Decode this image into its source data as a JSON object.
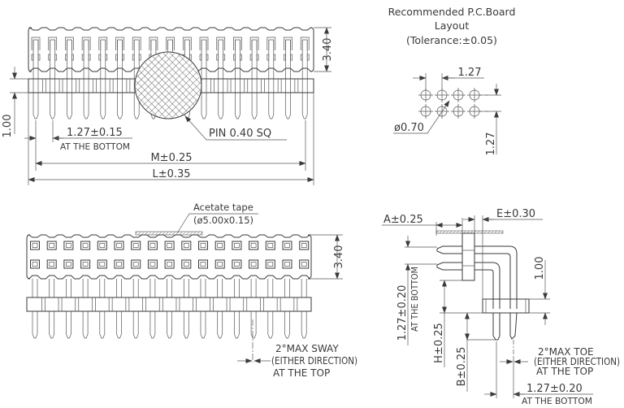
{
  "pcb_layout": {
    "title_line1": "Recommended P.C.Board",
    "title_line2": "Layout",
    "tolerance": "(Tolerance:±0.05)",
    "pitch_h": "1.27",
    "pitch_v": "1.27",
    "hole_diameter": "ø0.70",
    "columns": 4,
    "rows": 2
  },
  "front_view": {
    "pin_count_per_row": 17,
    "height_dim": "3.40",
    "standoff_dim": "1.00",
    "pitch_dim": "1.27±0.15",
    "pitch_note": "AT THE BOTTOM",
    "pin_callout": "PIN 0.40 SQ",
    "m_dim": "M±0.25",
    "l_dim": "L±0.35"
  },
  "top_view": {
    "tape_label": "Acetate tape",
    "tape_spec": "(ø5.00x0.15)",
    "height_dim": "3.40",
    "sway_line1": "2°MAX SWAY",
    "sway_line2": "(EITHER DIRECTION)",
    "sway_line3": "AT THE TOP"
  },
  "side_view": {
    "a_dim": "A±0.25",
    "e_dim": "E±0.30",
    "standoff_dim": "1.00",
    "pitch_v_dim": "1.27±0.20",
    "pitch_v_note": "AT THE BOTTOM",
    "h_dim": "H±0.25",
    "b_dim": "B±0.25",
    "toe_line1": "2°MAX TOE",
    "toe_line2": "(EITHER DIRECTION)",
    "toe_line3": "AT THE TOP",
    "pitch_h_dim": "1.27±0.20",
    "pitch_h_note": "AT THE BOTTOM"
  }
}
